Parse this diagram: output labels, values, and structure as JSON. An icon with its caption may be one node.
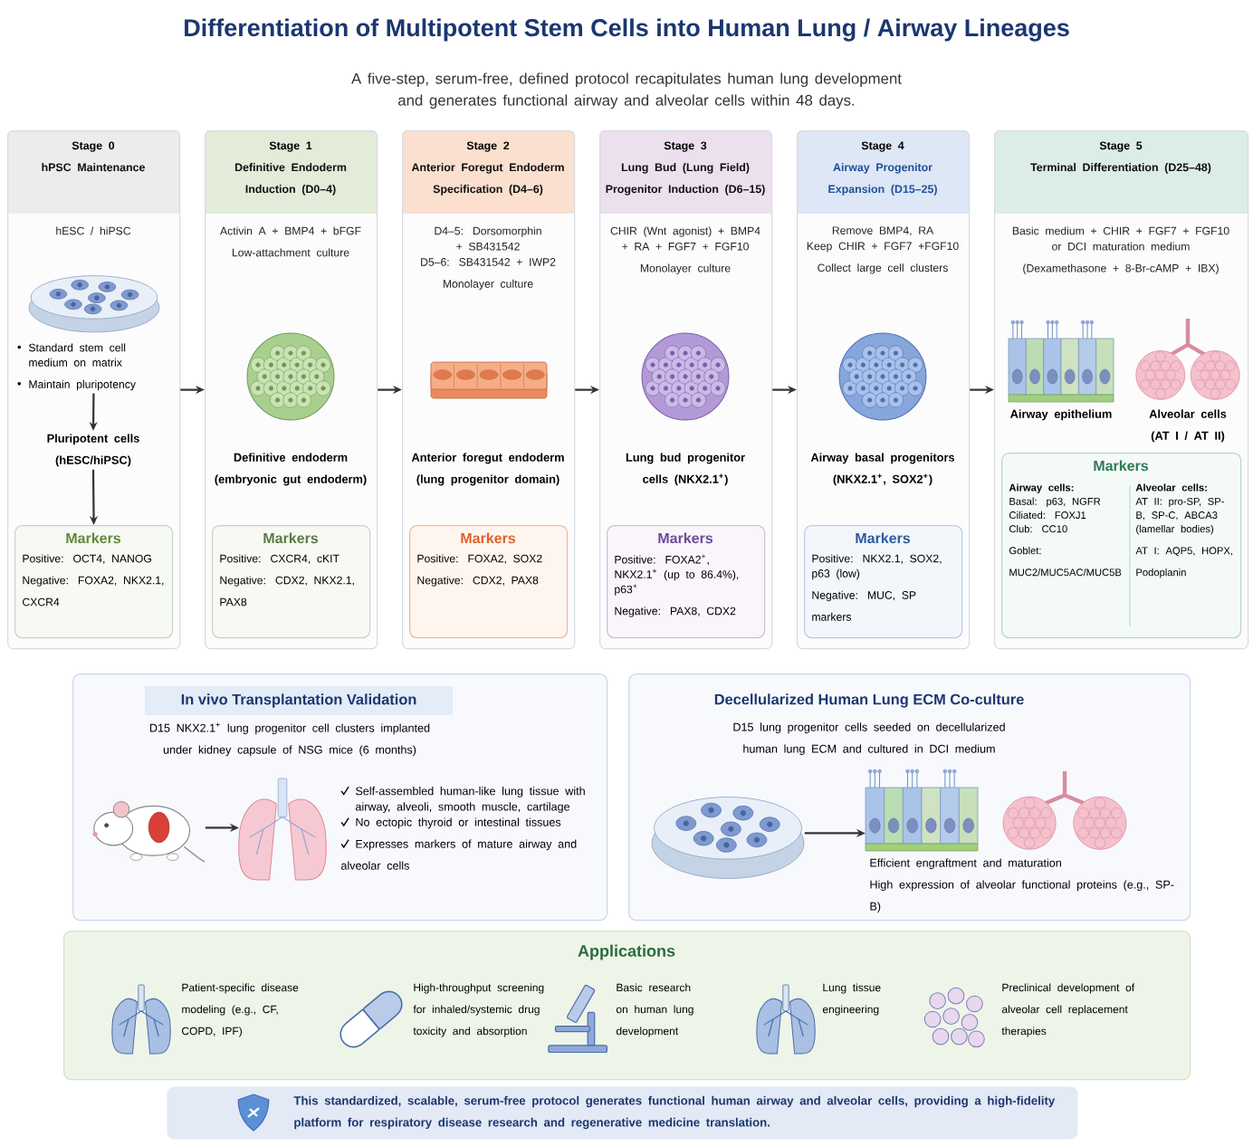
{
  "diagram": {
    "title": "Differentiation of Multipotent Stem Cells into Human Lung / Airway Lineages",
    "labels": [
      "A five-step, serum-free, defined protocol recapitulates human lung development and generates functional airway and alveolar cells within 48 days."
    ],
    "nodes": [
      {
        "text": [
          "Stage 0",
          "hPSC Maintenance",
          "hESC / hiPSC"
        ]
      },
      {
        "text": [
          "Standard stem cell medium on matrix",
          "Maintain pluripotency"
        ],
        "in": 0
      },
      {
        "text": [
          "Pluripotent cells (hESC/hiPSC)"
        ],
        "in": 0
      },
      {
        "text": [
          "Markers",
          "Positive: OCT4, NANOG",
          "Negative: FOXA2, NKX2.1, CXCR4"
        ],
        "in": 0
      },
      {
        "text": [
          "Stage 1",
          "Definitive Endoderm Induction (D0–4)",
          "Activin A + BMP4 + bFGF",
          "Low-attachment culture",
          "Definitive endoderm (embryonic gut endoderm)"
        ]
      },
      {
        "text": [
          "Markers",
          "Positive: CXCR4, cKIT",
          "Negative: CDX2, NKX2.1, PAX8"
        ],
        "in": 4
      },
      {
        "text": [
          "Stage 2",
          "Anterior Foregut Endoderm Specification (D4–6)",
          "D4–5: Dorsomorphin + SB431542",
          "D5–6: SB431542 + IWP2",
          "Monolayer culture",
          "Anterior foregut endoderm (lung progenitor domain)"
        ]
      },
      {
        "text": [
          "Markers",
          "Positive: FOXA2, SOX2",
          "Negative: CDX2, PAX8"
        ],
        "in": 6
      },
      {
        "text": [
          "Stage 3",
          "Lung Bud (Lung Field) Progenitor Induction (D6–15)",
          "CHIR (Wnt agonist) + BMP4 + RA + FGF7 + FGF10",
          "Monolayer culture",
          "Lung bud progenitor cells (NKX2.1$^{+}$)"
        ]
      },
      {
        "text": [
          "Markers",
          "Positive: FOXA2$^{+}$, NKX2.1$^{+}$ (up to 86.4%), p63$^{+}$",
          "Negative: PAX8, CDX2"
        ],
        "in": 8
      },
      {
        "text": [
          "Stage 4",
          "Airway Progenitor Expansion (D15–25)",
          "Remove BMP4, RA",
          "Keep CHIR + FGF7 +FGF10",
          "Collect large cell clusters",
          "Airway basal progenitors (NKX2.1$^{+}$, SOX2$^{+}$)"
        ]
      },
      {
        "text": [
          "Markers",
          "Positive: NKX2.1, SOX2, p63 (low)",
          "Negative: MUC, SP markers"
        ],
        "in": 10
      },
      {
        "text": [
          "Stage 5",
          "Terminal Differentiation (D25–48)",
          "Basic medium + CHIR + FGF7 + FGF10",
          "or DCI maturation medium",
          "(Dexamethasone + 8-Br-cAMP + IBX)",
          "Airway epithelium",
          "Alveolar cells (AT I / AT II)"
        ]
      },
      {
        "text": [
          "Markers",
          "Airway cells:",
          "Basal: p63, NGFR",
          "Ciliated: FOXJ1",
          "Club: CC10",
          "Goblet: MUC2/MUC5AC/MUC5B",
          "Alveolar cells:",
          "AT II: pro-SP, SP-B, SP-C, ABCA3 (lamellar bodies)",
          "AT I: AQP5, HOPX, Podoplanin"
        ],
        "in": 12
      },
      {
        "text": [
          "In vivo Transplantation Validation",
          "D15 NKX2.1$^{+}$ lung progenitor cell clusters implanted under kidney capsule of NSG mice (6 months)",
          "Self-assembled human-like lung tissue with airway, alveoli, smooth muscle, cartilage",
          "No ectopic thyroid or intestinal tissues",
          "Expresses markers of mature airway and alveolar cells"
        ]
      },
      {
        "text": [],
        "shape": "picture",
        "in": 14
      },
      {
        "text": [],
        "shape": "picture",
        "in": 14
      },
      {
        "text": [
          "Decellularized Human Lung ECM Co-culture",
          "D15 lung progenitor cells seeded on decellularized human lung ECM and cultured in DCI medium",
          "Efficient engraftment and maturation",
          "High expression of alveolar functional proteins (e.g., SP-B)"
        ]
      },
      {
        "text": [],
        "shape": "picture",
        "in": 17
      },
      {
        "text": [],
        "shape": "picture",
        "in": 17
      },
      {
        "text": [
          "Applications",
          "Patient-specific disease modeling (e.g., CF, COPD, IPF)",
          "High-throughput screening for inhaled/systemic drug toxicity and absorption",
          "Basic research on human lung development",
          "Lung tissue engineering",
          "Preclinical development of alveolar cell replacement therapies"
        ]
      },
      {
        "text": [
          "This standardized, scalable, serum-free protocol generates functional human airway and alveolar cells, providing a high-fidelity platform for respiratory disease research and regenerative medicine translation."
        ]
      }
    ],
    "edges": [
      {
        "from": 0,
        "to": 4,
        "arrow": "to"
      },
      {
        "from": 4,
        "to": 6,
        "arrow": "to"
      },
      {
        "from": 6,
        "to": 8,
        "arrow": "to"
      },
      {
        "from": 8,
        "to": 10,
        "arrow": "to"
      },
      {
        "from": 10,
        "to": 12,
        "arrow": "to"
      },
      {
        "from": 1,
        "to": 2,
        "arrow": "to"
      },
      {
        "from": 2,
        "to": 3,
        "arrow": "to"
      },
      {
        "from": 15,
        "to": 16,
        "arrow": "to"
      },
      {
        "from": 18,
        "to": 19,
        "arrow": "to"
      }
    ]
  }
}
